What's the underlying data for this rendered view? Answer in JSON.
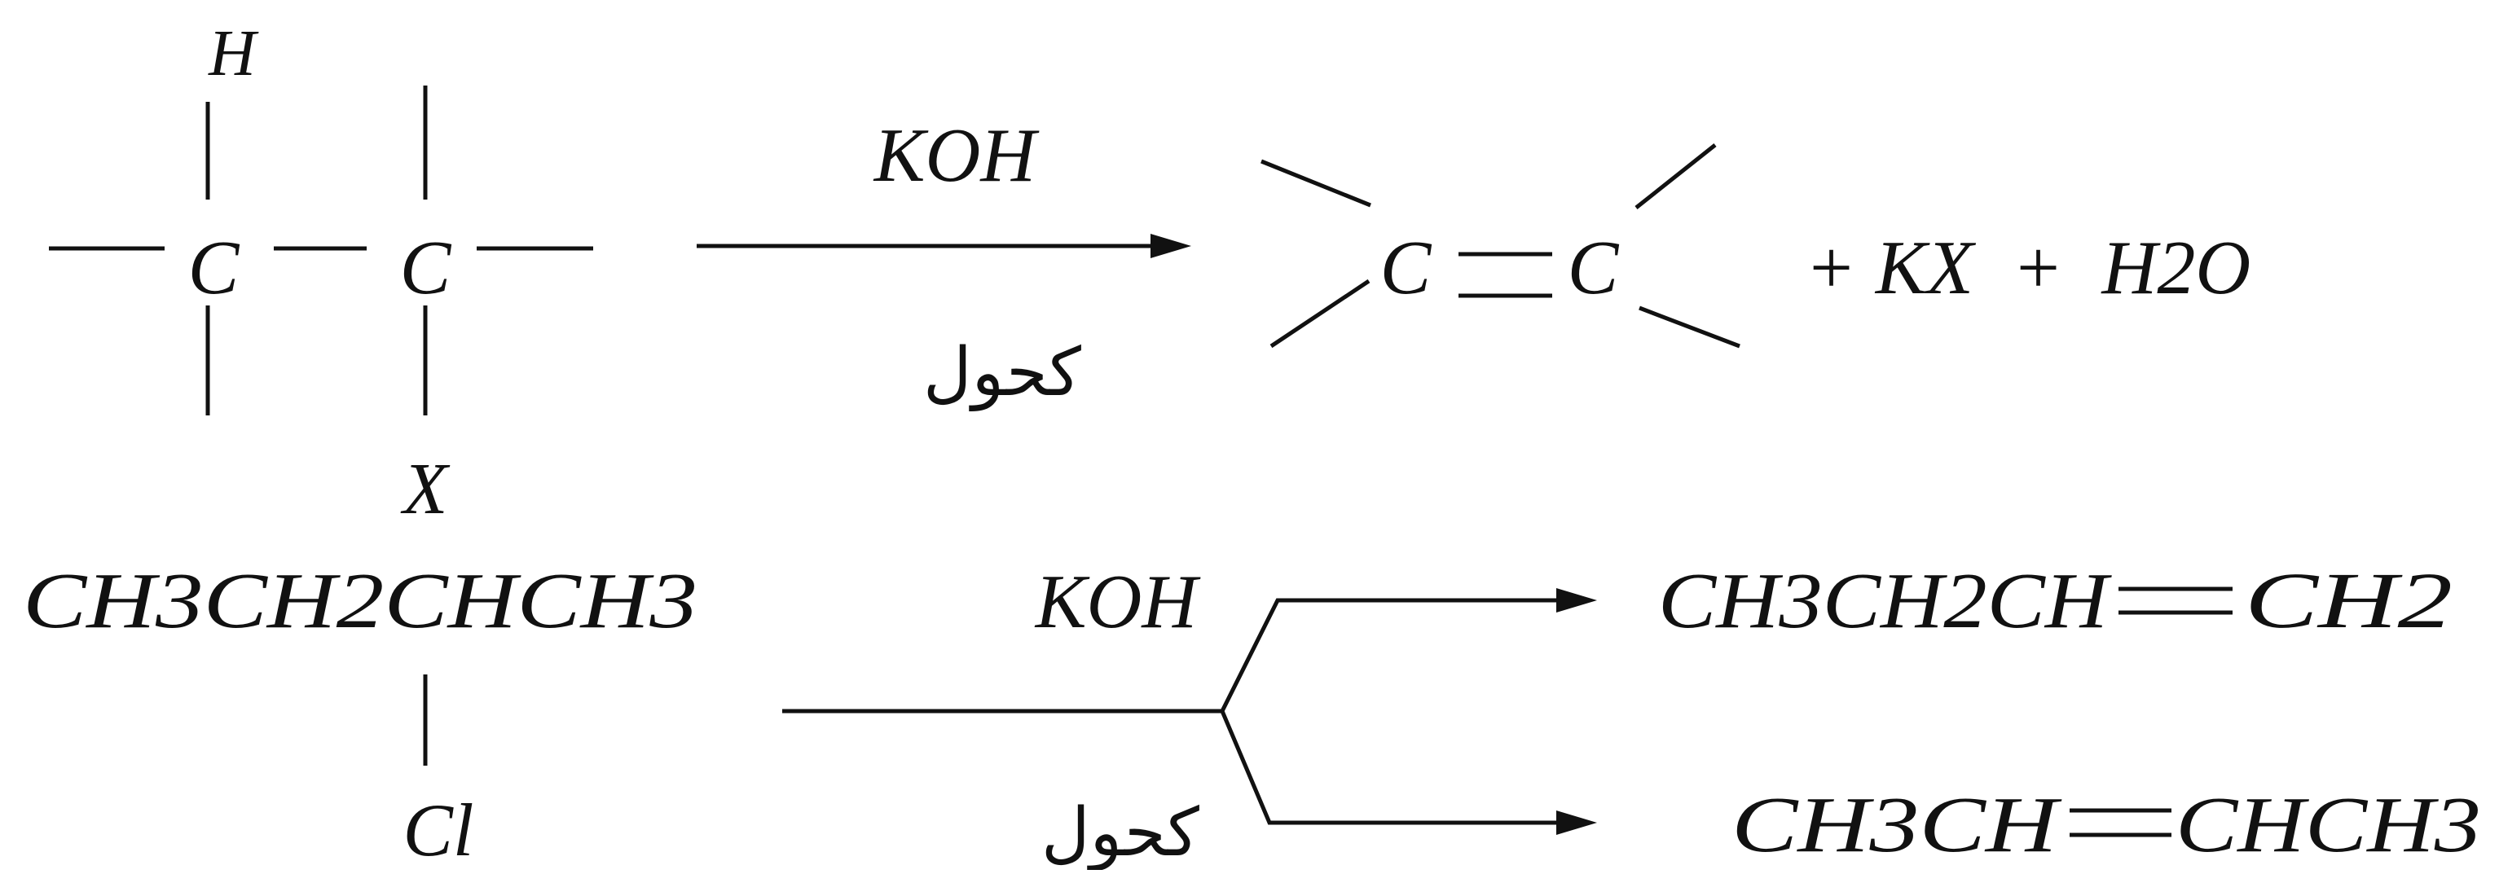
{
  "reaction_general": {
    "substrate_atoms": {
      "hydrogen": "H",
      "carbon_left": "C",
      "carbon_right": "C",
      "halogen": "X"
    },
    "reagent": "KOH",
    "solvent": "كحول",
    "product_atoms": {
      "carbon_left": "C",
      "carbon_right": "C"
    },
    "byproducts": "+ KX  +  H2O"
  },
  "reaction_example": {
    "substrate_chain": "CH3CH2CHCH3",
    "substituent": "Cl",
    "reagent": "KOH",
    "solvent": "كحول",
    "product_1_left": "CH3CH2CH",
    "product_1_right": "CH2",
    "product_2_left": "CH3CH",
    "product_2_right": "CHCH3"
  }
}
